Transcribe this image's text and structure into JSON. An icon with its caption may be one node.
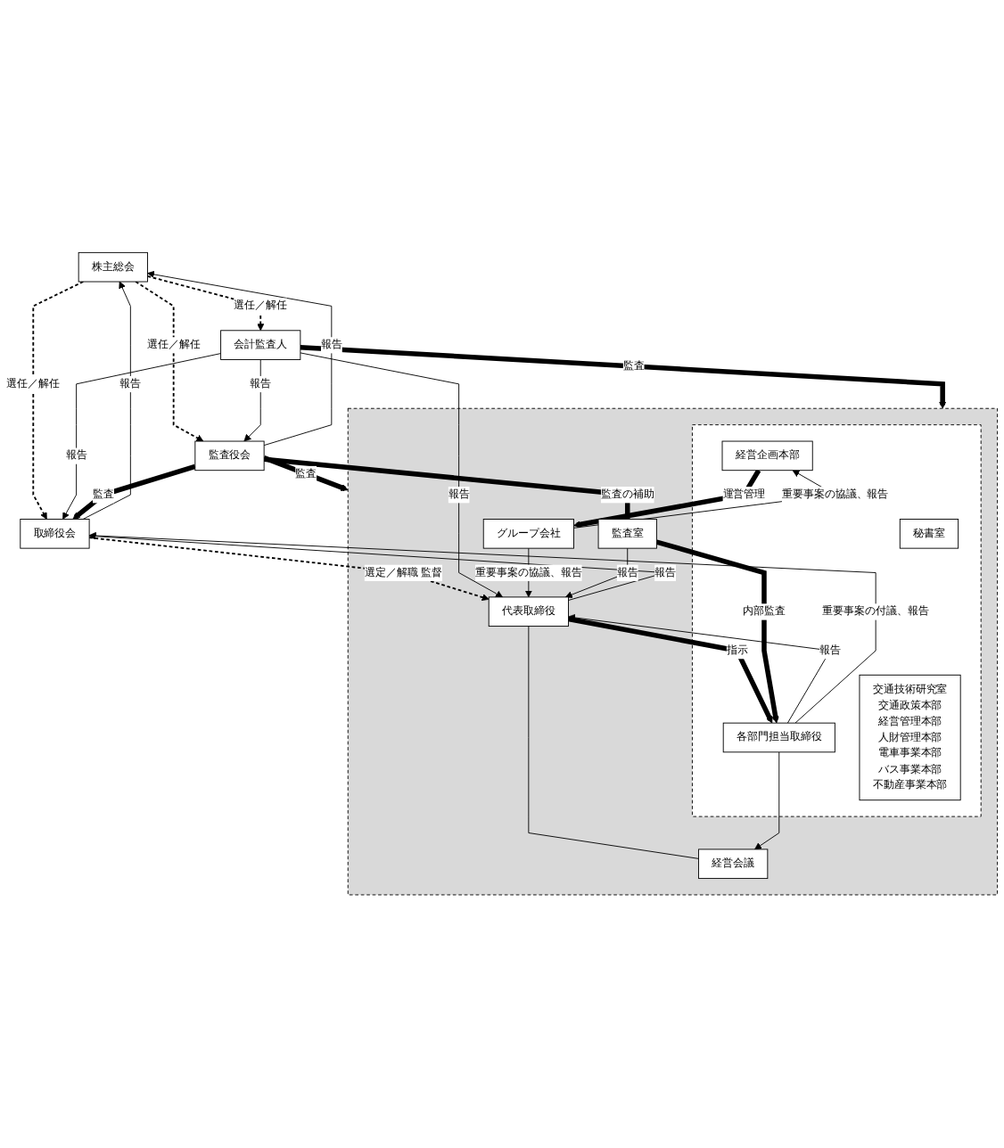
{
  "diagram": {
    "nodes": [
      {
        "text": [
          "株主総会"
        ]
      },
      {
        "text": [
          "取締役会"
        ]
      },
      {
        "text": [
          "監査役会"
        ]
      },
      {
        "text": [
          "会計監査人"
        ]
      },
      {
        "text": [],
        "shape": "box"
      },
      {
        "text": [
          "代表取締役"
        ],
        "in": 4
      },
      {
        "text": [
          "経営会議"
        ],
        "in": 4
      },
      {
        "text": [
          "監査室"
        ],
        "in": 4
      },
      {
        "text": [],
        "shape": "box",
        "in": 4
      },
      {
        "text": [
          "秘書室"
        ],
        "in": 8
      },
      {
        "text": [
          "各部門担当取締役"
        ],
        "in": 8
      },
      {
        "text": [
          "経営企画本部"
        ],
        "in": 8
      },
      {
        "text": [
          "交通技術研究室",
          "交通政策本部",
          "経営管理本部",
          "人財管理本部",
          "電車事業本部",
          "バス事業本部",
          "不動産事業本部"
        ],
        "in": 8
      },
      {
        "text": [
          "グループ会社"
        ],
        "in": 4
      }
    ],
    "edges": [
      {
        "from": 1,
        "to": 0,
        "arrow": "to",
        "label": "報告"
      },
      {
        "from": 0,
        "to": 1,
        "arrow": "to",
        "label": "選任／解任",
        "style": "dashed"
      },
      {
        "from": 0,
        "to": 2,
        "arrow": "to",
        "label": "選任／解任",
        "style": "dashed"
      },
      {
        "from": 0,
        "to": 3,
        "arrow": "to",
        "label": "選任／解任",
        "style": "dashed"
      },
      {
        "from": 2,
        "to": 0,
        "arrow": "to",
        "label": "報告"
      },
      {
        "from": 3,
        "to": 1,
        "arrow": "to",
        "label": "報告"
      },
      {
        "from": 3,
        "to": 2,
        "arrow": "to",
        "label": "報告"
      },
      {
        "from": 2,
        "to": 1,
        "arrow": "to",
        "label": "監査",
        "style": "thick"
      },
      {
        "from": 2,
        "to": 4,
        "arrow": "to",
        "label": "監査",
        "style": "thick"
      },
      {
        "from": 3,
        "to": 4,
        "arrow": "to",
        "label": "監査",
        "style": "thick"
      },
      {
        "from": 2,
        "to": 7,
        "arrow": "none",
        "label": "監査の補助",
        "style": "thick"
      },
      {
        "from": 5,
        "to": 1,
        "arrow": "to",
        "label": "報告"
      },
      {
        "from": 1,
        "to": 5,
        "arrow": "to",
        "label": "選定／解職 監督",
        "style": "dashed"
      },
      {
        "from": 3,
        "to": 5,
        "arrow": "to",
        "label": "報告"
      },
      {
        "from": 13,
        "to": 5,
        "arrow": "to",
        "label": "重要事案の協議、報告"
      },
      {
        "from": 7,
        "to": 5,
        "arrow": "to",
        "label": "報告"
      },
      {
        "from": 10,
        "to": 5,
        "arrow": "to",
        "label": "報告"
      },
      {
        "from": 5,
        "to": 6,
        "arrow": "none"
      },
      {
        "from": 5,
        "to": 10,
        "arrow": "to",
        "label": "指示",
        "style": "thick"
      },
      {
        "from": 7,
        "to": 10,
        "arrow": "to",
        "label": "内部監査",
        "style": "thick"
      },
      {
        "from": 10,
        "to": 1,
        "arrow": "to",
        "label": "重要事案の付議、報告"
      },
      {
        "from": 10,
        "to": 6,
        "arrow": "to"
      },
      {
        "from": 11,
        "to": 13,
        "arrow": "to",
        "label": "運営管理",
        "style": "thick"
      },
      {
        "from": 13,
        "to": 11,
        "arrow": "to",
        "label": "重要事案の協議、報告"
      }
    ]
  }
}
